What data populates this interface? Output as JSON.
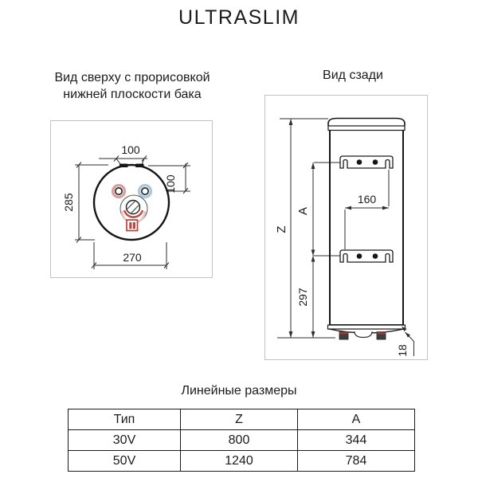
{
  "title": "ULTRASLIM",
  "top_view": {
    "caption": [
      "Вид сверху с прорисовкой",
      "нижней плоскости бака"
    ],
    "dims": {
      "pipe_spacing": "100",
      "pipe_offset": "100",
      "depth": "285",
      "width": "270"
    }
  },
  "rear_view": {
    "caption": "Вид сзади",
    "dims": {
      "slot_spacing": "160",
      "total_height_label": "Z",
      "bracket_spacing_label": "A",
      "lower_bracket_height": "297",
      "bottom_clearance": "18"
    }
  },
  "table": {
    "title": "Линейные размеры",
    "headers": [
      "Тип",
      "Z",
      "A"
    ],
    "rows": [
      [
        "30V",
        "800",
        "344"
      ],
      [
        "50V",
        "1240",
        "784"
      ]
    ]
  },
  "colors": {
    "line": "#1c1c1c",
    "panel_border": "#c2c2c2",
    "accent_red": "#b8423a",
    "hot_pipe_ring": "#daa09b",
    "cold_pipe_ring": "#aac9de"
  }
}
